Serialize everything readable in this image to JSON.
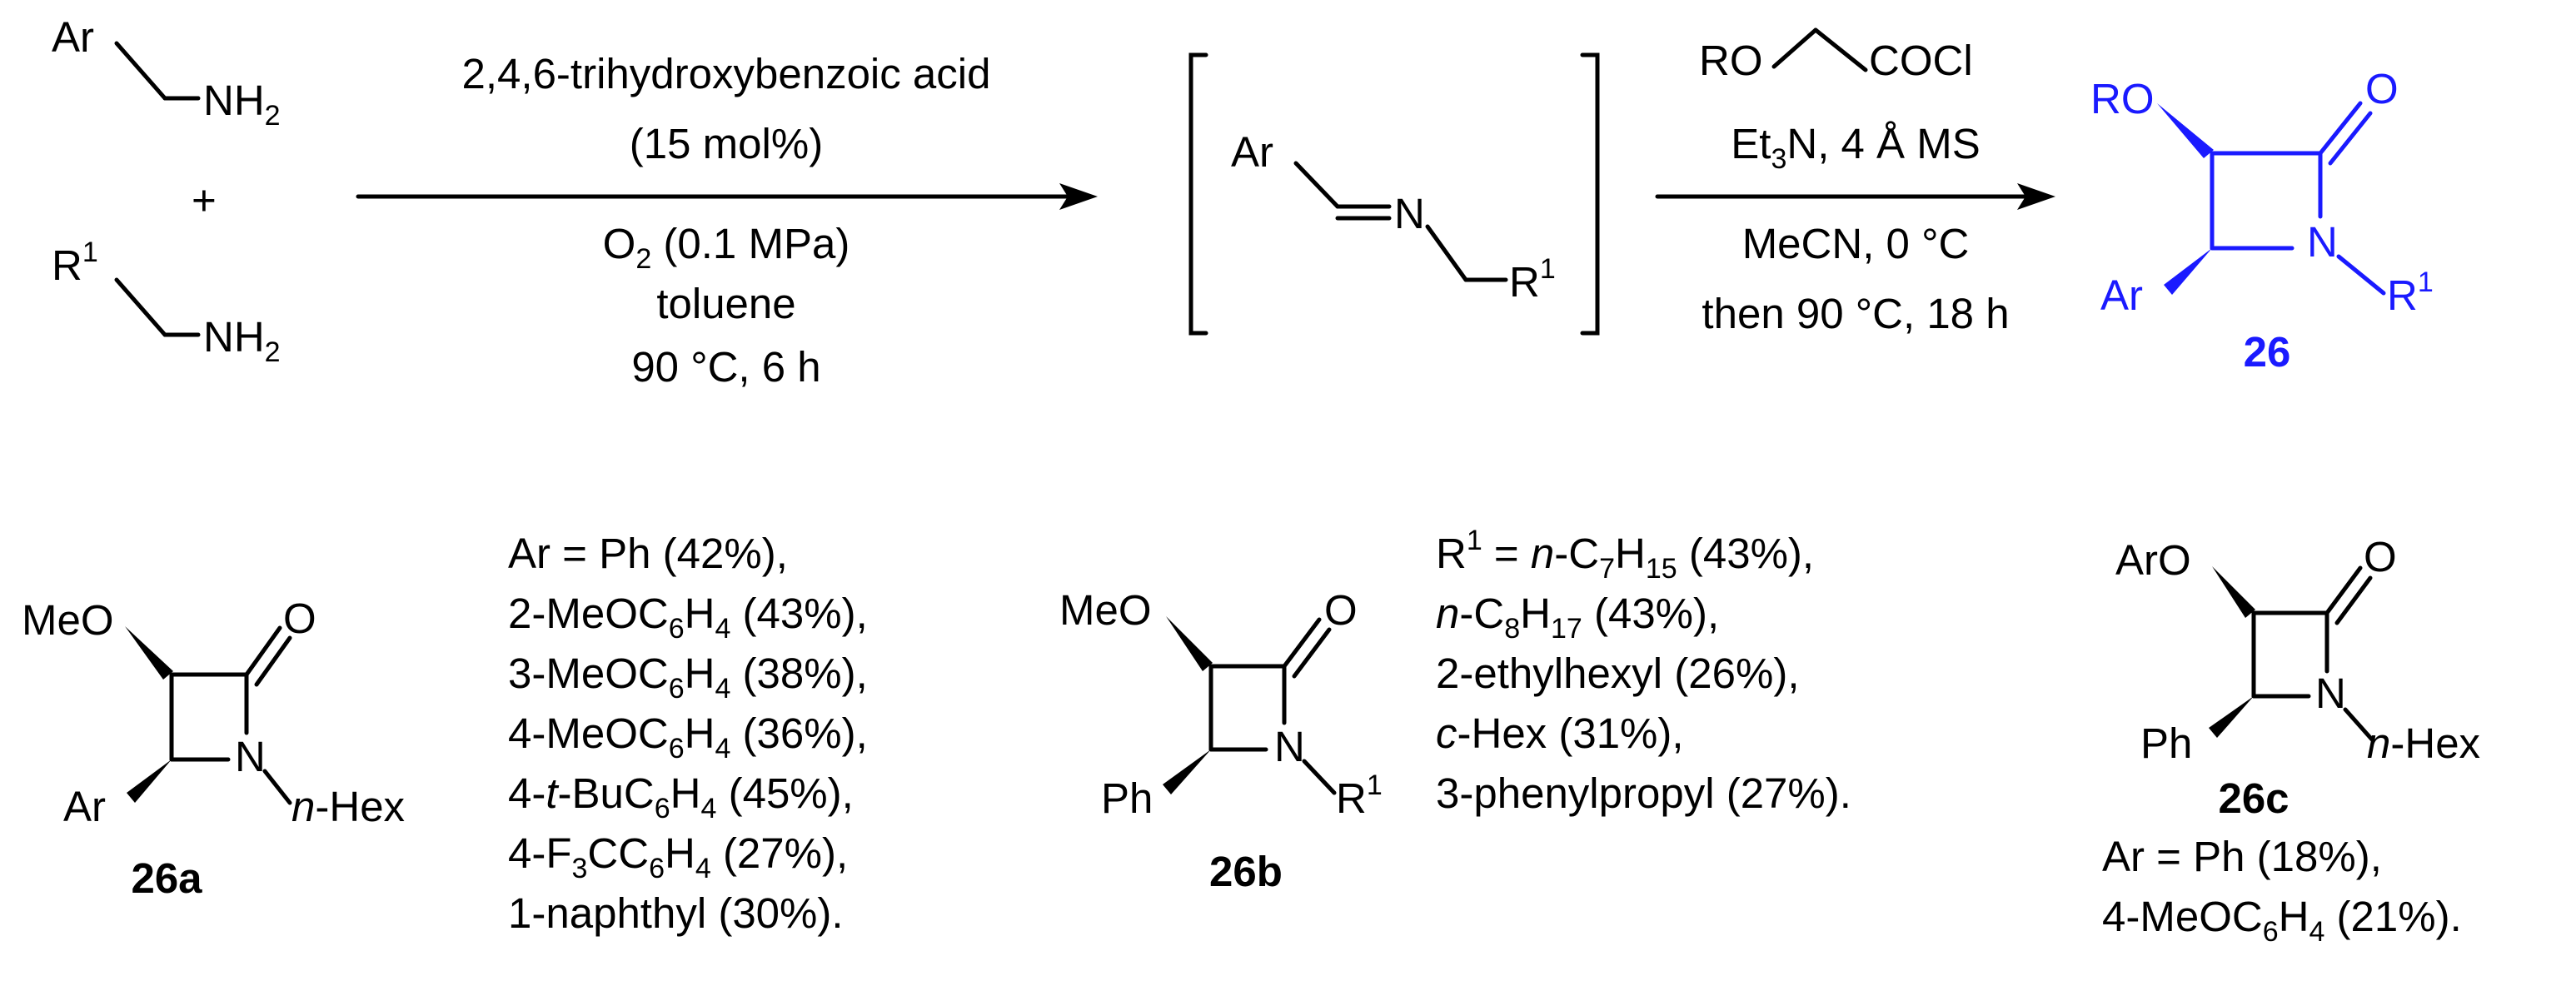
{
  "reagents_left": {
    "ar": "Ar",
    "nh2_1": "NH",
    "nh2_2": "NH",
    "sub2": "2",
    "plus": "+",
    "r1": "R",
    "sup1": "1"
  },
  "step1": {
    "line1": "2,4,6-trihydroxybenzoic acid",
    "line2": "(15 mol%)",
    "o2_pre": "O",
    "o2_sub": "2",
    "o2_post": " (0.1 MPa)",
    "line4": "toluene",
    "line5": "90 °C, 6 h"
  },
  "imine": {
    "ar": "Ar",
    "n": "N",
    "r1": "R",
    "sup1": "1"
  },
  "step2": {
    "ro": "RO",
    "cocl": "COCl",
    "et3n_pre": "Et",
    "et3n_sub": "3",
    "et3n_post": "N, 4 Å MS",
    "line3": "MeCN, 0 °C",
    "line4": "then 90 °C, 18 h"
  },
  "product": {
    "ro": "RO",
    "o": "O",
    "n": "N",
    "ar": "Ar",
    "r1": "R",
    "sup1": "1",
    "label": "26"
  },
  "c26a": {
    "meo": "MeO",
    "o": "O",
    "n": "N",
    "ar": "Ar",
    "nhex_italic": "n",
    "nhex_rest": "-Hex",
    "label": "26a"
  },
  "list_a": {
    "l1": "Ar = Ph (42%),",
    "l2_pre": "2-MeOC",
    "l2_s1": "6",
    "l2_mid": "H",
    "l2_s2": "4",
    "l2_post": " (43%),",
    "l3_pre": "3-MeOC",
    "l3_s1": "6",
    "l3_mid": "H",
    "l3_s2": "4",
    "l3_post": " (38%),",
    "l4_pre": "4-MeOC",
    "l4_s1": "6",
    "l4_mid": "H",
    "l4_s2": "4",
    "l4_post": " (36%),",
    "l5_pre": "4-",
    "l5_it": "t",
    "l5_mid1": "-BuC",
    "l5_s1": "6",
    "l5_mid2": "H",
    "l5_s2": "4",
    "l5_post": " (45%),",
    "l6_pre": "4-F",
    "l6_s1": "3",
    "l6_mid1": "CC",
    "l6_s2": "6",
    "l6_mid2": "H",
    "l6_s3": "4",
    "l6_post": " (27%),",
    "l7": "1-naphthyl (30%)."
  },
  "c26b": {
    "meo": "MeO",
    "o": "O",
    "n": "N",
    "ph": "Ph",
    "r1": "R",
    "sup1": "1",
    "label": "26b"
  },
  "list_b": {
    "l1_r": "R",
    "l1_sup": "1",
    "l1_eq": " = ",
    "l1_it": "n",
    "l1_c": "-C",
    "l1_s1": "7",
    "l1_h": "H",
    "l1_s2": "15",
    "l1_post": " (43%),",
    "l2_it": "n",
    "l2_c": "-C",
    "l2_s1": "8",
    "l2_h": "H",
    "l2_s2": "17",
    "l2_post": " (43%),",
    "l3": "2-ethylhexyl (26%),",
    "l4_it": "c",
    "l4_post": "-Hex (31%),",
    "l5": "3-phenylpropyl (27%)."
  },
  "c26c": {
    "aro": "ArO",
    "o": "O",
    "n": "N",
    "ph": "Ph",
    "nhex_italic": "n",
    "nhex_rest": "-Hex",
    "label": "26c",
    "l1": "Ar = Ph (18%),",
    "l2_pre": "4-MeOC",
    "l2_s1": "6",
    "l2_mid": "H",
    "l2_s2": "4",
    "l2_post": " (21%)."
  },
  "colors": {
    "product": "#1a1aff",
    "default": "#000000"
  }
}
